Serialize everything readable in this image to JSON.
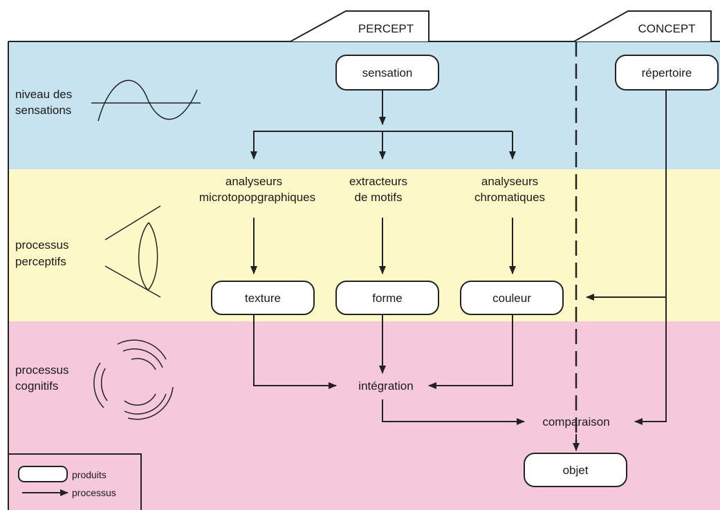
{
  "tabs": {
    "percept": "PERCEPT",
    "concept": "CONCEPT"
  },
  "levels": {
    "sensations": [
      "niveau des",
      "sensations"
    ],
    "perceptifs": [
      "processus",
      "perceptifs"
    ],
    "cognitifs": [
      "processus",
      "cognitifs"
    ]
  },
  "nodes": {
    "sensation": "sensation",
    "repertoire": "répertoire",
    "texture": "texture",
    "forme": "forme",
    "couleur": "couleur",
    "objet": "objet"
  },
  "processes": {
    "micro": [
      "analyseurs",
      "microtopopgraphiques"
    ],
    "motifs": [
      "extracteurs",
      "de motifs"
    ],
    "chroma": [
      "analyseurs",
      "chromatiques"
    ],
    "integration": "intégration",
    "comparaison": "comparaison"
  },
  "legend": {
    "produits": "produits",
    "processus": "processus"
  },
  "colors": {
    "sensation_band": "#c6e3ef",
    "perception_band": "#fcf8c8",
    "cognition_band": "#f6c8dc",
    "line": "#222222"
  },
  "icons": {
    "sensations": "sine-wave-icon",
    "perceptifs": "eye-icon",
    "cognitifs": "circular-swirl-icon"
  }
}
